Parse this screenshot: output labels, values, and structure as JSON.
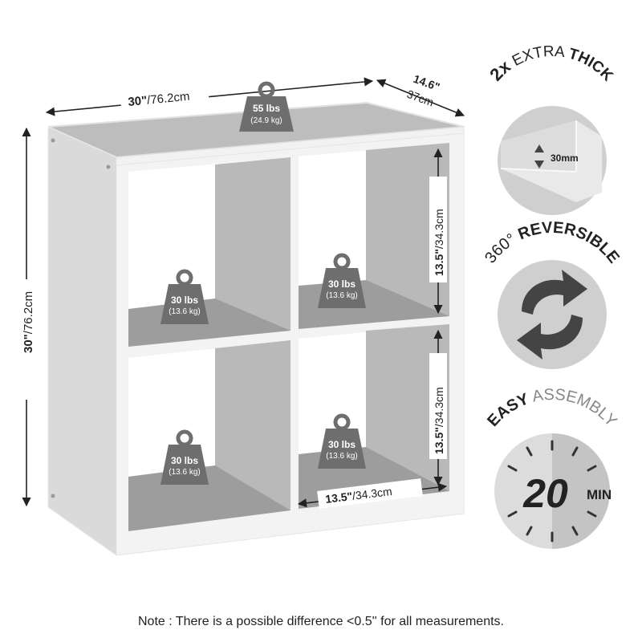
{
  "dimensions": {
    "width_main": "30\"",
    "width_alt": "/76.2cm",
    "depth_main": "14.6\"",
    "depth_alt": "37cm",
    "height_main": "30\"",
    "height_alt": "/76.2cm",
    "cube_height_top_main": "13.5\"",
    "cube_height_top_alt": "/34.3cm",
    "cube_height_bottom_main": "13.5\"",
    "cube_height_bottom_alt": "/34.3cm",
    "cube_width_main": "13.5\"",
    "cube_width_alt": "/34.3cm"
  },
  "weights": {
    "top": {
      "lbs": "55 lbs",
      "kg": "(24.9 kg)"
    },
    "shelf_top_left": {
      "lbs": "30 lbs",
      "kg": "(13.6 kg)"
    },
    "shelf_top_right": {
      "lbs": "30 lbs",
      "kg": "(13.6 kg)"
    },
    "shelf_bottom_left": {
      "lbs": "30 lbs",
      "kg": "(13.6 kg)"
    },
    "shelf_bottom_right": {
      "lbs": "30 lbs",
      "kg": "(13.6 kg)"
    }
  },
  "features": {
    "thick": {
      "prefix": "2x",
      "middle": " EXTRA ",
      "suffix": "THICK",
      "value": "30mm"
    },
    "reversible": {
      "prefix": "360°",
      "suffix": " REVERSIBLE"
    },
    "assembly": {
      "prefix": "EASY",
      "suffix": " ASSEMBLY",
      "number": "20",
      "unit": "MIN"
    }
  },
  "note": "Note : There is a possible difference <0.5'' for all measurements."
}
